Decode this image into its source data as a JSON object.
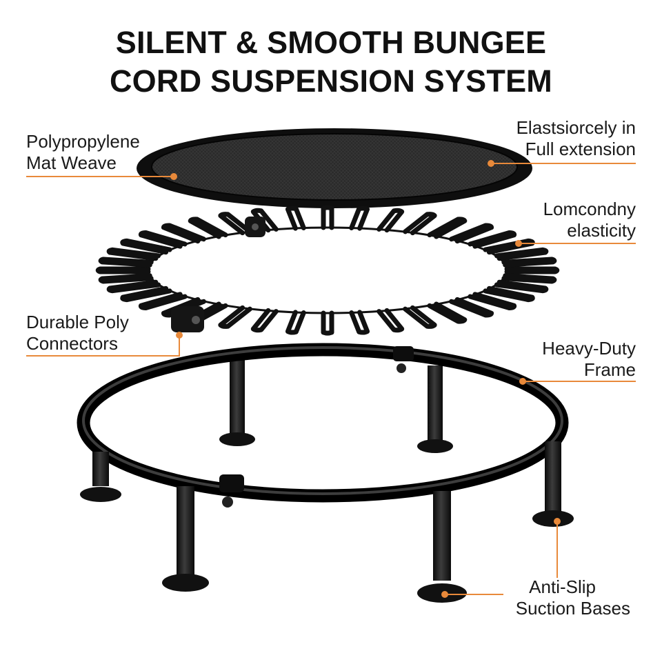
{
  "title": {
    "line1": "SILENT & SMOOTH BUNGEE",
    "line2": "CORD SUSPENSION SYSTEM"
  },
  "labels": {
    "mat": [
      "Polypropylene",
      "Mat Weave"
    ],
    "extension": [
      "Elastsiorcely in",
      "Full extension"
    ],
    "elasticity": [
      "Lomcondny",
      "elasticity"
    ],
    "connectors": [
      "Durable Poly",
      "Connectors"
    ],
    "frame": [
      "Heavy-Duty",
      "Frame"
    ],
    "bases": [
      "Anti-Slip",
      "Suction Bases"
    ]
  },
  "colors": {
    "accent": "#e8893a",
    "frame": "#141414",
    "mat": "#1f1f1f",
    "text": "#111111"
  }
}
